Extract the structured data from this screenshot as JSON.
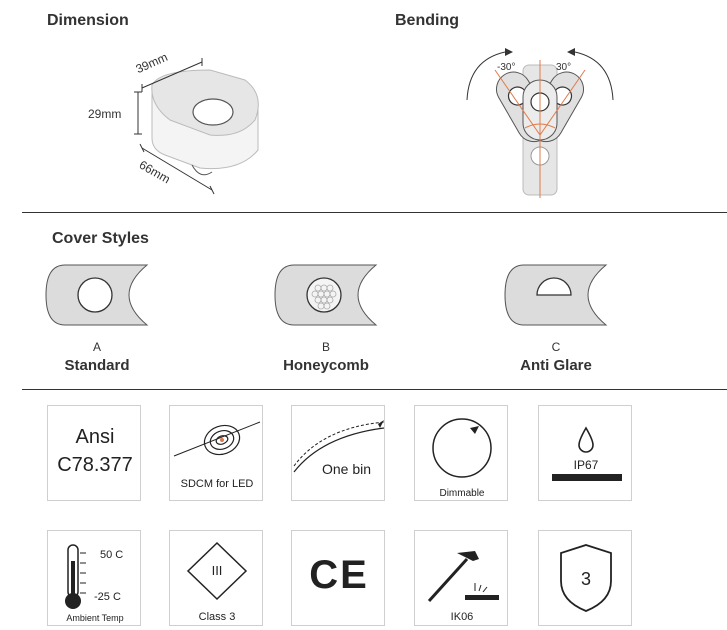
{
  "dimension": {
    "title": "Dimension",
    "width_label": "39mm",
    "height_label": "29mm",
    "length_label": "66mm"
  },
  "bending": {
    "title": "Bending",
    "left_angle": "-30°",
    "right_angle": "30°"
  },
  "cover_styles": {
    "title": "Cover Styles",
    "items": [
      {
        "letter": "A",
        "name": "Standard"
      },
      {
        "letter": "B",
        "name": "Honeycomb"
      },
      {
        "letter": "C",
        "name": "Anti Glare"
      }
    ]
  },
  "features": {
    "ansi_line1": "Ansi",
    "ansi_line2": "C78.377",
    "sdcm": "SDCM for LED",
    "one_bin": "One bin",
    "dimmable": "Dimmable",
    "ip": "IP67",
    "temp_high": "50 C",
    "temp_low": "-25 C",
    "ambient": "Ambient Temp",
    "class_roman": "III",
    "class_label": "Class 3",
    "ce": "CE",
    "ik": "IK06",
    "shield_num": "3"
  },
  "colors": {
    "accent_line": "#e07a4a",
    "fill_gray": "#d9d9d9",
    "border": "#cfcfcf"
  }
}
